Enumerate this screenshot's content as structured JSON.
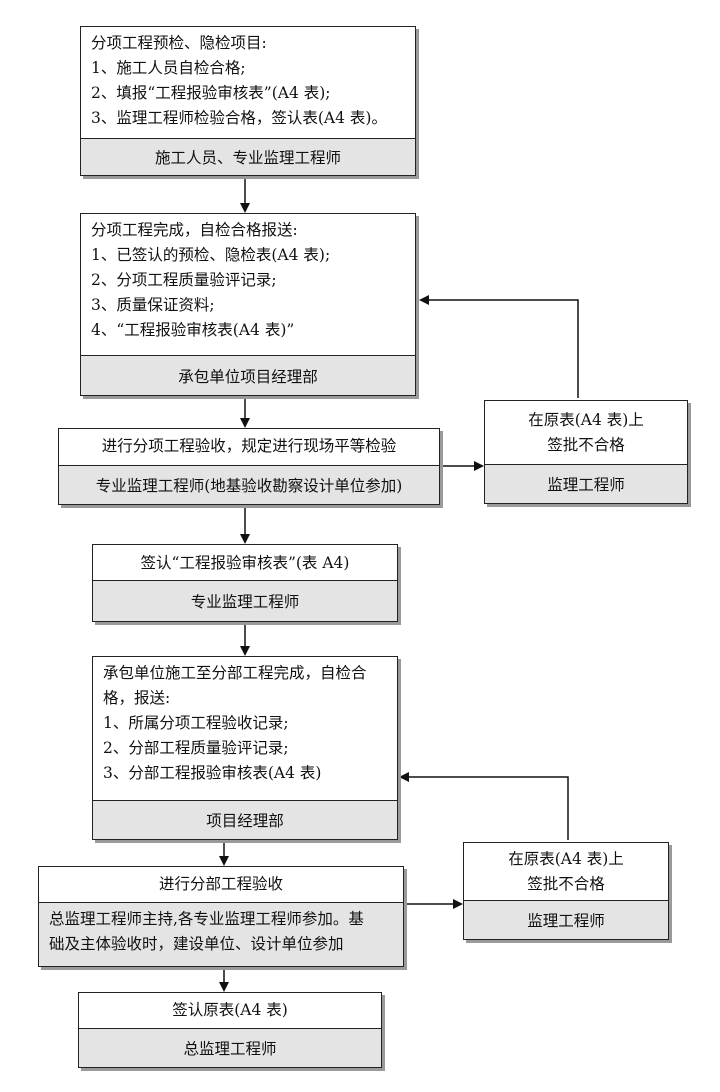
{
  "box1": {
    "lines": [
      "分项工程预检、隐检项目:",
      "1、施工人员自检合格;",
      "2、填报“工程报验审核表”(A4 表);",
      "3、监理工程师检验合格，签认表(A4 表)。"
    ],
    "role": "施工人员、专业监理工程师"
  },
  "box2": {
    "lines": [
      "分项工程完成，自检合格报送:",
      "1、已签认的预检、隐检表(A4 表);",
      "2、分项工程质量验评记录;",
      "3、质量保证资料;",
      "4、“工程报验审核表(A4 表)”"
    ],
    "role": "承包单位项目经理部"
  },
  "box3": {
    "lines": [
      "进行分项工程验收，规定进行现场平等检验"
    ],
    "role": "专业监理工程师(地基验收勘察设计单位参加)"
  },
  "reject1": {
    "lines": [
      "在原表(A4 表)上",
      "签批不合格"
    ],
    "role": "监理工程师"
  },
  "box4": {
    "lines": [
      "签认“工程报验审核表”(表 A4)"
    ],
    "role": "专业监理工程师"
  },
  "box5": {
    "lines": [
      "承包单位施工至分部工程完成，自检合",
      "格，报送:",
      "1、所属分项工程验收记录;",
      "2、分部工程质量验评记录;",
      "3、分部工程报验审核表(A4 表)"
    ],
    "role": "项目经理部"
  },
  "box6": {
    "lines": [
      "进行分部工程验收"
    ],
    "role_lines": [
      "总监理工程师主持,各专业监理工程师参加。基",
      "础及主体验收时，建设单位、设计单位参加"
    ]
  },
  "reject2": {
    "lines": [
      "在原表(A4 表)上",
      "签批不合格"
    ],
    "role": "监理工程师"
  },
  "box7": {
    "lines": [
      "签认原表(A4 表)"
    ],
    "role": "总监理工程师"
  }
}
